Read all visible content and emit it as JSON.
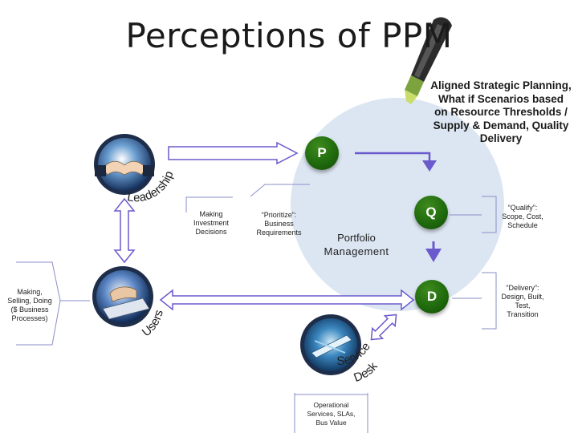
{
  "title": "Perceptions of PPM",
  "nodes": {
    "p": "P",
    "q": "Q",
    "d": "D"
  },
  "central_label": [
    "Portfolio",
    "Management"
  ],
  "aligned_text": [
    "Aligned Strategic Planning,",
    "What if Scenarios based",
    "on Resource Thresholds /",
    "Supply & Demand, Quality",
    "Delivery"
  ],
  "roles": {
    "leadership": "Leadership",
    "users": "Users",
    "service_desk_line1": "Service",
    "service_desk_line2": "Desk"
  },
  "labels": {
    "making_investment": [
      "Making",
      "Investment",
      "Decisions"
    ],
    "prioritize": [
      "“Prioritize”:",
      "Business",
      "Requirements"
    ],
    "qualify": [
      "“Qualify”:",
      "Scope, Cost,",
      "Schedule"
    ],
    "delivery": [
      "“Delivery”:",
      "Design, Built,",
      "Test,",
      "Transition"
    ],
    "making_selling": [
      "Making,",
      "Selling, Doing",
      "($ Business",
      "Processes)"
    ],
    "operational": [
      "Operational",
      "Services, SLAs,",
      "Bus Value"
    ]
  },
  "colors": {
    "node_green": "#1f6b0d",
    "arrow_purple": "#6a5acd",
    "circle_blue": "#dce6f2",
    "bracket": "#8a8fc8"
  },
  "icons": [
    "handshake-icon",
    "keyboard-hand-icon",
    "service-desk-icon",
    "highlighter-marker-icon"
  ]
}
